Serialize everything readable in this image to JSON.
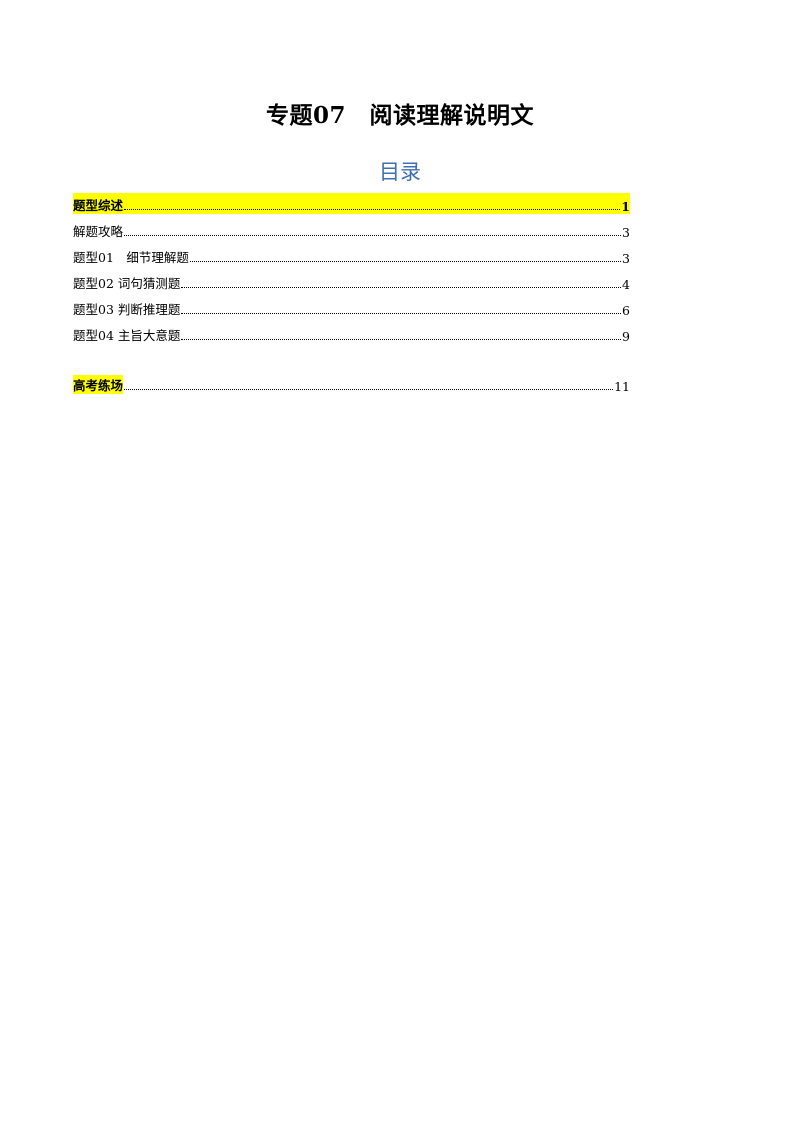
{
  "title": "专题07　阅读理解说明文",
  "toc_heading": "目录",
  "toc": [
    {
      "label": "题型综述",
      "page": "1"
    },
    {
      "label": "解题攻略",
      "page": "3"
    },
    {
      "label": "题型01　细节理解题",
      "page": "3"
    },
    {
      "label": "题型02  词句猜测题",
      "page": "4"
    },
    {
      "label": "题型03  判断推理题",
      "page": "6"
    },
    {
      "label": "题型04  主旨大意题",
      "page": "9"
    },
    {
      "label": "高考练场",
      "page": "11"
    }
  ],
  "colors": {
    "highlight": "#ffff00",
    "toc_heading": "#3f6fb0"
  }
}
